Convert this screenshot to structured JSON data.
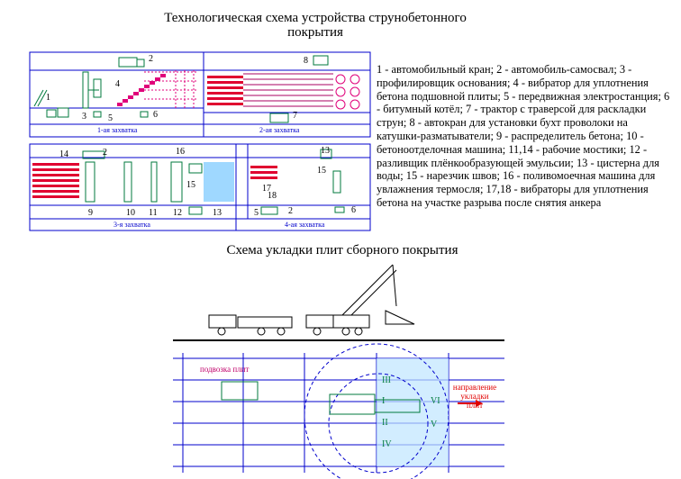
{
  "titles": {
    "main": "Технологическая схема устройства струнобетонного покрытия",
    "second": "Схема укладки плит сборного покрытия"
  },
  "legend_text": "1 - автомобильный кран; 2 - автомобиль-самосвал; 3 - профилировщик основания; 4 - вибратор для уплотнения бетона подшовной плиты; 5 - передвижная электростанция; 6 - битумный котёл; 7 - трактор с траверсой для раскладки струн; 8 - автокран для установки бухт проволоки на катушки-разматыватели; 9 - распределитель бетона; 10 - бетоноотделочная машина; 11,14 - рабочие мостики; 12 - разливщик плёнкообразующей эмульсии; 13 - цистерна для воды; 15 - нарезчик швов; 16 - поливомоечная машина для увлажнения термосля; 17,18 - вибраторы для уплотнения бетона на участке разрыва после снятия анкера",
  "stages": {
    "s1": "1-ая захватка",
    "s2": "2-ая захватка",
    "s3": "3-я захватка",
    "s4": "4-ая захватка"
  },
  "numbers": {
    "n1": "1",
    "n2": "2",
    "n3": "3",
    "n4": "4",
    "n5": "5",
    "n6": "6",
    "n7": "7",
    "n8": "8",
    "b14": "14",
    "b2": "2",
    "b9": "9",
    "b10": "10",
    "b11": "11",
    "b12": "12",
    "b13": "13",
    "b16": "16",
    "b15": "15",
    "b13r": "13",
    "b17": "17",
    "b18": "18",
    "b5": "5",
    "b2r": "2",
    "b6": "6"
  },
  "plan": {
    "delivery": "подвозка плит",
    "direction_1": "направление",
    "direction_2": "укладки плит",
    "zones": [
      "III",
      "I",
      "II",
      "IV",
      "VI",
      "V"
    ]
  },
  "colors": {
    "frame": "#0000cc",
    "bars": "#e00030",
    "pink": "#e0007a",
    "green": "#007a3d",
    "hatch": "#4fb8ff"
  }
}
